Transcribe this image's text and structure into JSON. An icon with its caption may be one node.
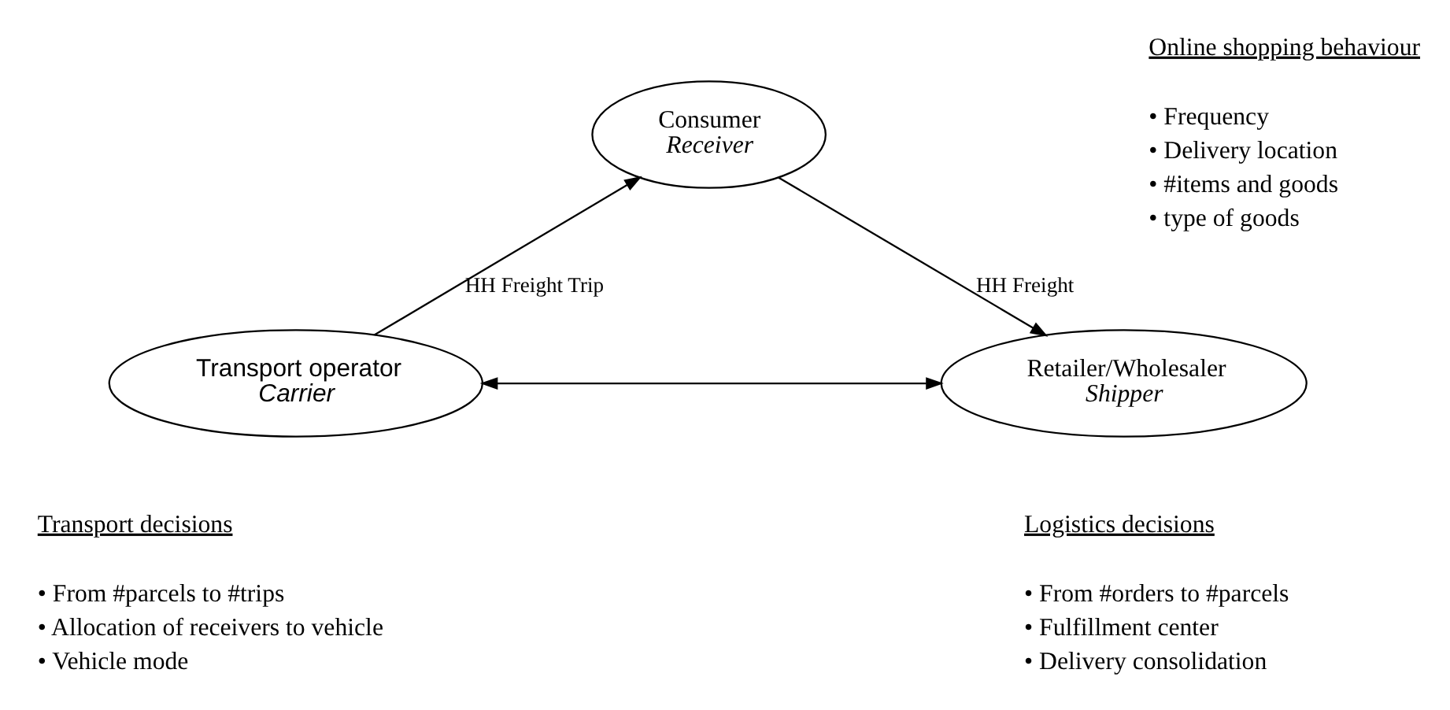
{
  "diagram": {
    "nodes": [
      {
        "text": [
          "Consumer",
          "Receiver"
        ]
      },
      {
        "text": [
          "Transport operator",
          "Carrier"
        ]
      },
      {
        "text": [
          "Retailer/Wholesaler",
          "Shipper"
        ]
      }
    ],
    "edges": [
      {
        "from": 1,
        "to": 0,
        "arrow": "to",
        "label": "HH Freight Trip"
      },
      {
        "from": 0,
        "to": 2,
        "arrow": "to",
        "label": "HH Freight"
      },
      {
        "from": 1,
        "to": 2,
        "arrow": "both"
      }
    ],
    "labels": [
      "Online shopping behaviour",
      "• Frequency",
      "• Delivery location",
      "• #items and goods",
      "• type of goods",
      "Transport decisions",
      "• From #parcels to #trips",
      "• Allocation of receivers to vehicle",
      "• Vehicle mode",
      "Logistics decisions",
      "• From #orders to #parcels",
      "• Fulfillment center",
      "• Delivery consolidation"
    ]
  }
}
